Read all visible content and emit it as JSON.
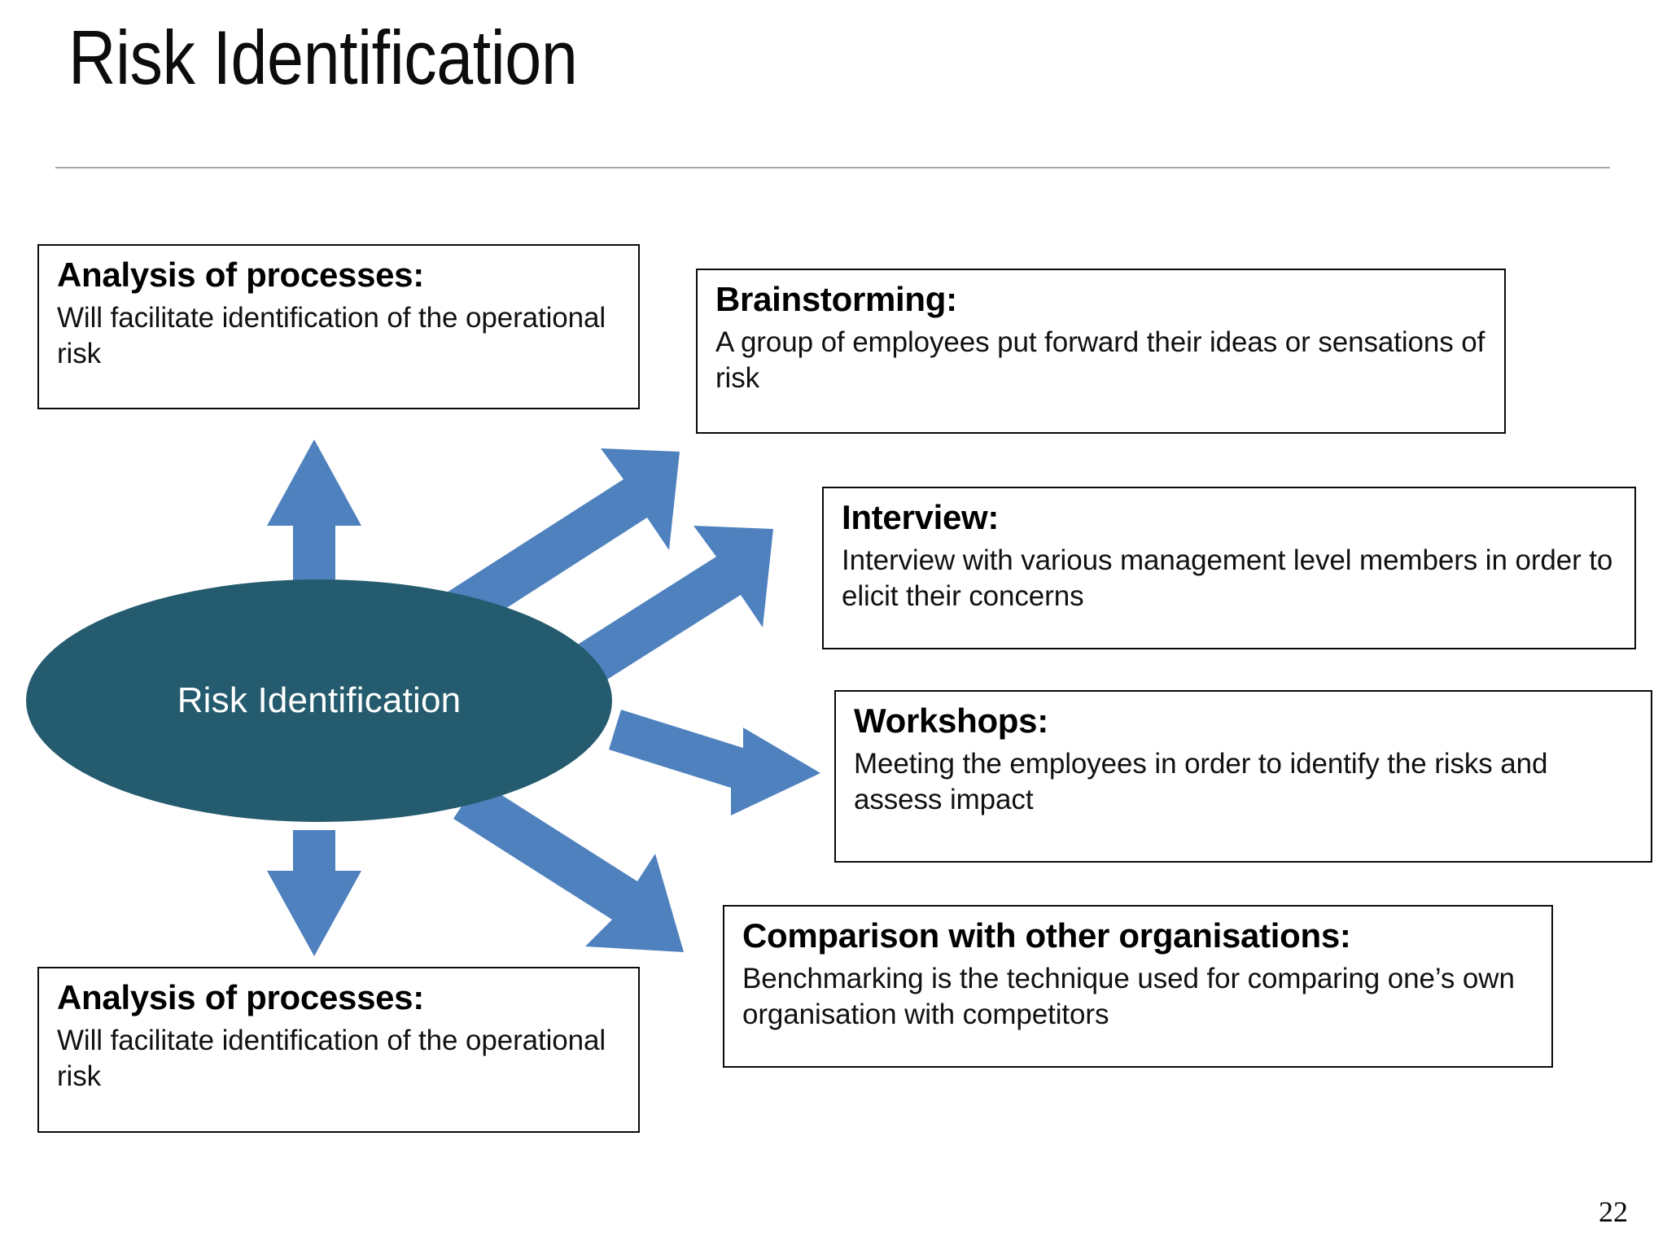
{
  "slide": {
    "title": "Risk Identification",
    "page_number": "22"
  },
  "center_node": {
    "label": "Risk Identification",
    "fill_color": "#255B6E",
    "text_color": "#FFFFFF"
  },
  "arrow_color": "#4E81BE",
  "boxes": [
    {
      "id": "analysis-top",
      "heading": "Analysis of processes:",
      "body": "Will facilitate identification of the operational risk"
    },
    {
      "id": "brainstorming",
      "heading": "Brainstorming:",
      "body": "A group of employees put forward their ideas or sensations of risk"
    },
    {
      "id": "interview",
      "heading": "Interview:",
      "body": "Interview with various management level members in order to elicit their concerns"
    },
    {
      "id": "workshops",
      "heading": "Workshops:",
      "body": "Meeting the employees in order to identify the risks and assess impact"
    },
    {
      "id": "comparison",
      "heading": "Comparison with other organisations:",
      "body": "Benchmarking is the technique used for comparing one’s own organisation with competitors"
    },
    {
      "id": "analysis-bottom",
      "heading": "Analysis of processes:",
      "body": "Will facilitate identification of the operational risk"
    }
  ],
  "arrows": [
    {
      "name": "arrow-up-to-analysis-top",
      "direction": "up"
    },
    {
      "name": "arrow-up-right-to-brainstorming",
      "direction": "up-right"
    },
    {
      "name": "arrow-up-right-to-interview",
      "direction": "up-right"
    },
    {
      "name": "arrow-right-to-workshops",
      "direction": "right"
    },
    {
      "name": "arrow-down-right-to-comparison",
      "direction": "down-right"
    },
    {
      "name": "arrow-down-to-analysis-bottom",
      "direction": "down"
    }
  ]
}
